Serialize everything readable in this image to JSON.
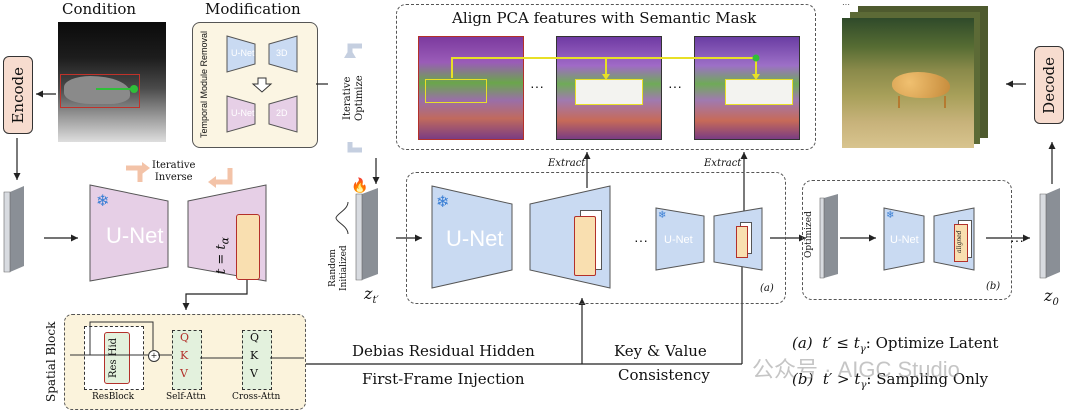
{
  "left": {
    "condition_label": "Condition",
    "modification_label": "Modification",
    "mod_top_left": "U-Net",
    "mod_top_right": "3D",
    "mod_bottom_left": "U-Net",
    "mod_bottom_right": "2D",
    "mod_side": "Temporal Module Removal",
    "encode": "Encode",
    "iterative_inverse": "Iterative\nInverse",
    "unet": "U-Net",
    "t_eq": "t = t",
    "t_sub": "α",
    "spatial_block": "Spatial Block",
    "res_hid": "Res Hid",
    "resblock": "ResBlock",
    "q": "Q",
    "k": "K",
    "v": "V",
    "self_attn": "Self-Attn",
    "cross_attn": "Cross-Attn"
  },
  "middle": {
    "align_title": "Align PCA features with Semantic Mask",
    "iterative_optimize": "Iterative\nOptimize",
    "extract_1": "Extract",
    "extract_2": "Extract",
    "dots": "···",
    "unet_large": "U-Net",
    "unet_small": "U-Net",
    "random_init": "Random\nInitialized",
    "z_t": "z",
    "z_t_sub": "t′",
    "label_a": "(a)",
    "debias": "Debias Residual Hidden",
    "first_frame": "First-Frame Injection",
    "kv": "Key & Value",
    "consistency": "Consistency"
  },
  "right": {
    "decode": "Decode",
    "optimized": "Optimized",
    "unet": "U-Net",
    "aligned": "aligned",
    "label_b": "(b)",
    "z0": "z",
    "z0_sub": "0",
    "cond_a_label": "(a)",
    "cond_a_expr": "t′ ≤ t",
    "cond_a_sub": "γ",
    "cond_a_text": ":   Optimize Latent",
    "cond_b_label": "(b)",
    "cond_b_expr": "t′ > t",
    "cond_b_sub": "γ",
    "cond_b_text": ":   Sampling Only",
    "watermark": "公众号 · AIGC Studio"
  },
  "colors": {
    "unet_pink": "#e6cfe6",
    "unet_blue": "#c9daf2",
    "bar_fill": "#f9dfb0",
    "bar_border": "#b3302a",
    "encode_fill": "#f7dccf",
    "spatial_fill": "#fbf3dc",
    "attn_fill": "#e3f1dd",
    "yellow_box": "#e8e027",
    "flame": "#f08a24",
    "snow": "#3a7fd5"
  }
}
